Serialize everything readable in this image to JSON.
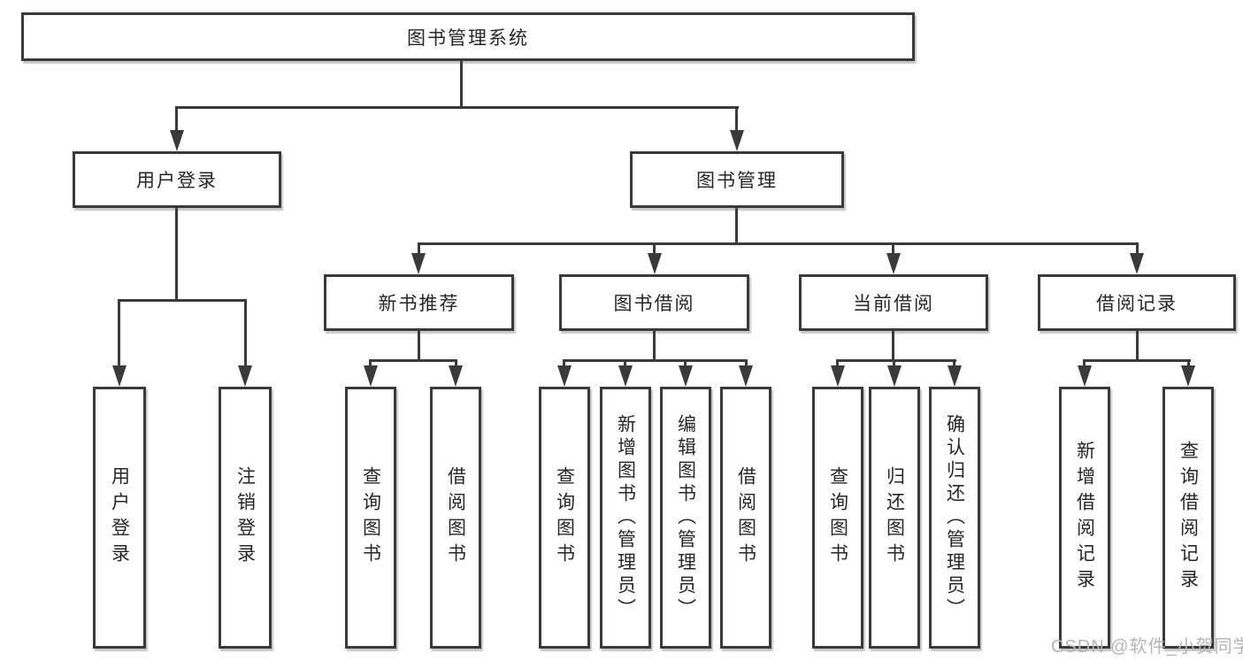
{
  "nodes": {
    "root": "图书管理系统",
    "user_login": "用户登录",
    "book_mgmt": "图书管理",
    "new_book": "新书推荐",
    "book_borrow": "图书借阅",
    "current_borrow": "当前借阅",
    "borrow_records": "借阅记录",
    "login": "用户登录",
    "logout": "注销登录",
    "nb_query": "查询图书",
    "nb_borrow": "借阅图书",
    "bw_query": "查询图书",
    "bw_add": "新增图书（管理员）",
    "bw_edit": "编辑图书（管理员）",
    "bw_borrow": "借阅图书",
    "cur_query": "查询图书",
    "cur_return": "归还图书",
    "cur_confirm": "确认归还（管理员）",
    "rec_add": "新增借阅记录",
    "rec_query": "查询借阅记录"
  },
  "watermark": "CSDN @软件_小贺同学",
  "colors": {
    "line": "#3a3a3a",
    "text": "#262626",
    "background": "#ffffff",
    "watermark": "#b5b5b5"
  }
}
